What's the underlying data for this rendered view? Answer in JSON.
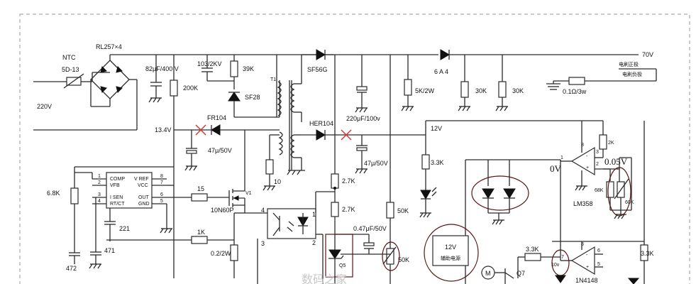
{
  "labels": {
    "ntc": "NTC",
    "ntc_part": "5D-13",
    "bridge": "RL257×4",
    "mains": "220V",
    "c_bulk": "82μF/400 V",
    "r_200k": "200K",
    "c_snub": "103/2KV",
    "r_39k": "39K",
    "d_sf28": "SF28",
    "t1": "T1",
    "d_sf56g": "SF56G",
    "d_6a4": "6 A 4",
    "out_70v": "70V",
    "brush_pos": "电刷正极",
    "brush_neg": "电刷负极",
    "r_5k": "5K/2W",
    "r_30k_a": "30K",
    "r_30k_b": "30K",
    "r_shunt": "0.1Ω/3w",
    "d_fr104": "FR104",
    "v_13_4": "13.4V",
    "c_47u": "47μ/50V",
    "d_her104": "HER104",
    "c_220u": "220μF/100v",
    "v_12": "12V",
    "r_3_3k_a": "3.3K",
    "r_2k": "2K",
    "ic_pin1": "1",
    "ic_pin2": "2",
    "ic_pin3": "3",
    "ic_pin8": "8",
    "v_0v": "0V",
    "v_0_05v": "0.05V",
    "ic_comp": "COMP",
    "ic_vref": "V REF",
    "ic_vfb": "VFB",
    "ic_vcc": "VCC",
    "ic_isen": "I SEN",
    "ic_out": "OUT",
    "ic_rtct": "RT/CT",
    "ic_gnd": "GND",
    "pin_l1": "1",
    "pin_l2": "2",
    "pin_l3": "3",
    "pin_l4": "4",
    "pin_r8": "8",
    "pin_r7": "7",
    "pin_r6": "6",
    "pin_r5": "5",
    "r_6_8k": "6.8K",
    "r_15": "15",
    "q_v1": "V1",
    "q_10n60p": "10N60P",
    "r_10": "10",
    "c_47u_50v_b": "47μ/50V",
    "r_2_7k_a": "2.7K",
    "r_2_7k_b": "2.7K",
    "r_50k_a": "50K",
    "r_50k_b": "50K",
    "r_68k": "68K",
    "r_60k": "60K",
    "lm358": "LM358",
    "c_221": "221",
    "c_471": "471",
    "c_472": "472",
    "r_1k": "1K",
    "r_0_2": "0.2/2W",
    "opto_4": "4",
    "opto_1": "1",
    "opto_3": "3",
    "opto_2": "2",
    "c_0_47": "0.47μF/50V",
    "q5": "Q5",
    "supply_12v_a": "12V",
    "supply_12v_b": "辅助电源",
    "motor": "M",
    "q7": "Q7",
    "r_3_3k_b": "3.3K",
    "r_3_3k_c": "3.3K",
    "v_10v": "10v",
    "d_1n4148": "1N4148",
    "amp2_8": "8",
    "amp2_5": "5",
    "amp2_6": "6",
    "amp2_7": "7",
    "amp1_8": "8",
    "amp1_3": "3",
    "amp1_2": "2",
    "amp1_1": "1",
    "watermark": "数码之家"
  },
  "colors": {
    "wire": "#2a2a2a",
    "no_connect": "#d23a3a",
    "highlight": "#5a1414",
    "dashed_frame": "#9a9a9a"
  }
}
